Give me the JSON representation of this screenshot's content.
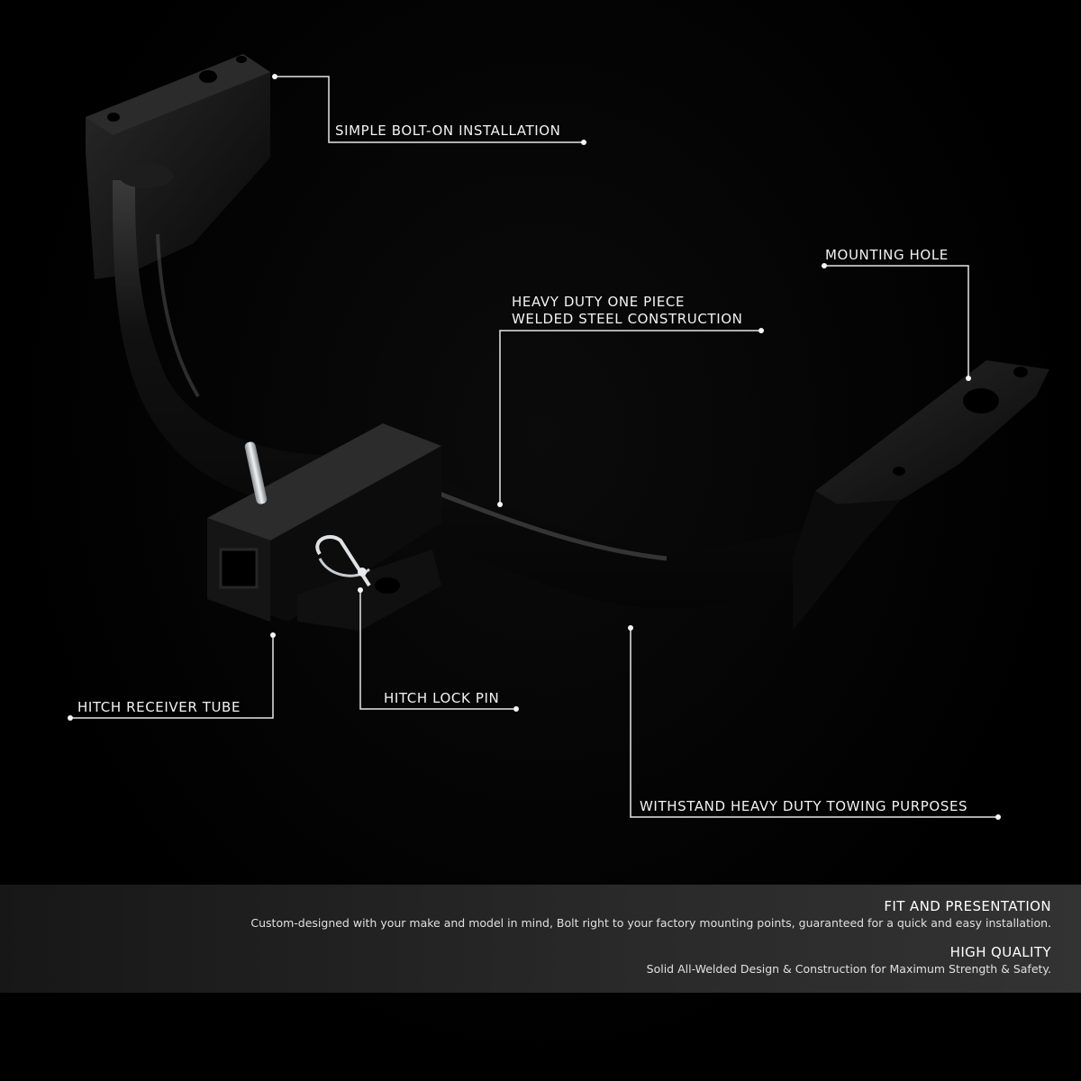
{
  "colors": {
    "background": "#000000",
    "panel_left": "#171717",
    "panel_right": "#333333",
    "callout_line": "#e6e6e6",
    "label_text": "#f2f2f2",
    "product_body": "#0a0a0a",
    "pin_metal": "#cfd3d6"
  },
  "product": {
    "icon": "trailer-hitch-image"
  },
  "callouts": {
    "bolt_on": "SIMPLE BOLT-ON INSTALLATION",
    "mounting_hole": "MOUNTING HOLE",
    "construction_line1": "HEAVY DUTY ONE PIECE",
    "construction_line2": "WELDED STEEL CONSTRUCTION",
    "receiver_tube": "HITCH RECEIVER TUBE",
    "lock_pin": "HITCH LOCK PIN",
    "towing": "WITHSTAND HEAVY DUTY TOWING PURPOSES"
  },
  "info_panel": {
    "fit_title": "FIT AND PRESENTATION",
    "fit_body": "Custom-designed with your make and model in mind, Bolt right to your factory mounting points, guaranteed for a quick and easy installation.",
    "quality_title": "HIGH QUALITY",
    "quality_body": "Solid All-Welded Design & Construction for Maximum Strength & Safety."
  }
}
